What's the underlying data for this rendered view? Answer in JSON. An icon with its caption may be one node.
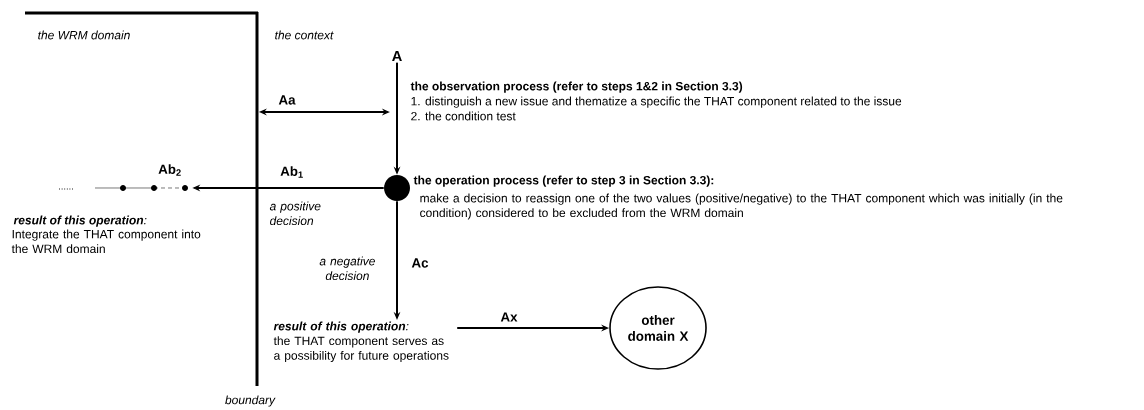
{
  "diagram": {
    "nodes": [
      {
        "text": [
          "A"
        ]
      },
      {
        "text": [],
        "shape": "circle",
        "beside": [
          "the operation process (refer to step 3 in Section 3.3):",
          "make a decision to reassign one of the two values (positive/negative) to the THAT component which was initially (in the condition) considered to be excluded from the WRM domain"
        ]
      },
      {
        "text": [],
        "shape": "bar",
        "beside": [
          "boundary"
        ]
      },
      {
        "text": [],
        "shape": "circle"
      },
      {
        "text": [
          "**result of this operation**:",
          "the THAT component serves as a possibility for future operations"
        ]
      },
      {
        "text": [
          "other domain X"
        ]
      }
    ],
    "edges": [
      {
        "from": 0,
        "to": 1,
        "arrow": "to"
      },
      {
        "from": 2,
        "to": null,
        "arrow": "both",
        "label": "Aa"
      },
      {
        "from": 1,
        "to": 3,
        "arrow": "to",
        "label": "Ab$_{1}$"
      },
      {
        "from": 1,
        "to": 4,
        "arrow": "to",
        "label": "Ac"
      },
      {
        "from": 4,
        "to": 5,
        "arrow": "to",
        "label": "Ax"
      }
    ],
    "labels": [
      "the WRM domain",
      "the context",
      "the observation process (refer to steps 1&2 in Section 3.3)",
      "1. distinguish a new issue and thematize a specific the THAT component related to the issue",
      "2. the condition test",
      "Ab$_{2}$",
      "......",
      "a positive decision",
      "**result of this operation**:",
      "Integrate the THAT component into the WRM domain",
      "a negative decision"
    ]
  }
}
